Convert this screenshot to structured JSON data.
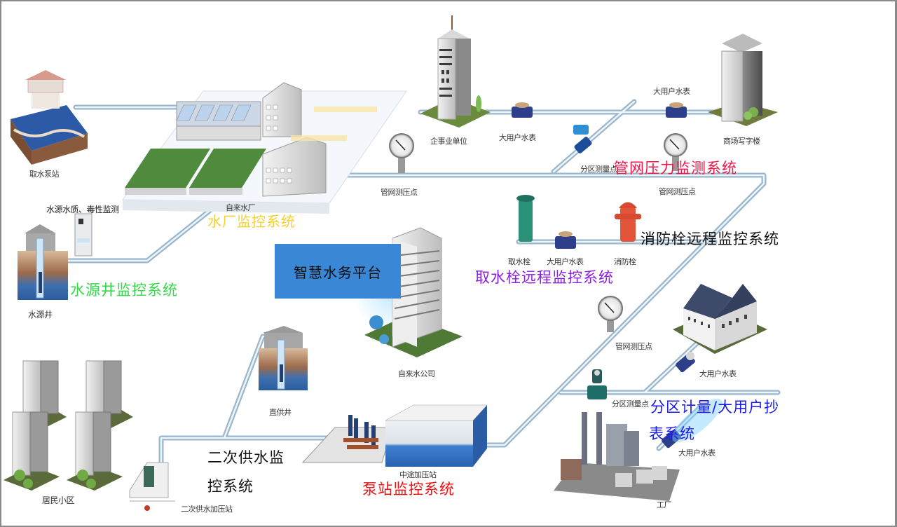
{
  "diagram": {
    "platform_title": "智慧水务平台",
    "systems": {
      "water_plant": {
        "label": "水厂监控系统",
        "color": "#f5d22e"
      },
      "source_well": {
        "label": "水源井监控系统",
        "color": "#35d94a"
      },
      "pipe_pressure": {
        "label": "管网压力监测系统",
        "color": "#f0154a"
      },
      "fire_hydrant": {
        "label": "消防栓远程监控系统",
        "color": "#111111"
      },
      "water_intake_hydrant": {
        "label": "取水栓远程监控系统",
        "color": "#8a1fe0"
      },
      "district_metering_line1": {
        "label": "分区计量/大用户抄",
        "color": "#1a1af0"
      },
      "district_metering_line2": {
        "label": "表系统",
        "color": "#1a1af0"
      },
      "secondary_supply_line1": {
        "label": "二次供水监",
        "color": "#111111"
      },
      "secondary_supply_line2": {
        "label": "控系统",
        "color": "#111111"
      },
      "pump_station": {
        "label": "泵站监控系统",
        "color": "#f01010"
      }
    },
    "labels": {
      "intake_pump_station": "取水泵站",
      "water_quality_monitor": "水源水质、毒性监测",
      "water_plant": "自来水厂",
      "source_well": "水源井",
      "enterprise": "企事业单位",
      "big_meter_1": "大用户水表",
      "big_meter_2": "大用户水表",
      "commercial_building": "商场写字楼",
      "pressure_point_1": "管网测压点",
      "pressure_point_2": "管网测压点",
      "pressure_point_3": "管网测压点",
      "district_point_1": "分区测量点",
      "district_point_2": "分区测量点",
      "intake_hydrant": "取水栓",
      "big_meter_3": "大用户水表",
      "fire_hydrant": "消防栓",
      "water_company": "自来水公司",
      "big_meter_4": "大用户水表",
      "big_meter_5": "大用户水表",
      "factory": "工厂",
      "direct_well": "直供井",
      "midway_booster": "中途加压站",
      "residential": "居民小区",
      "secondary_booster": "二次供水加压站"
    }
  }
}
